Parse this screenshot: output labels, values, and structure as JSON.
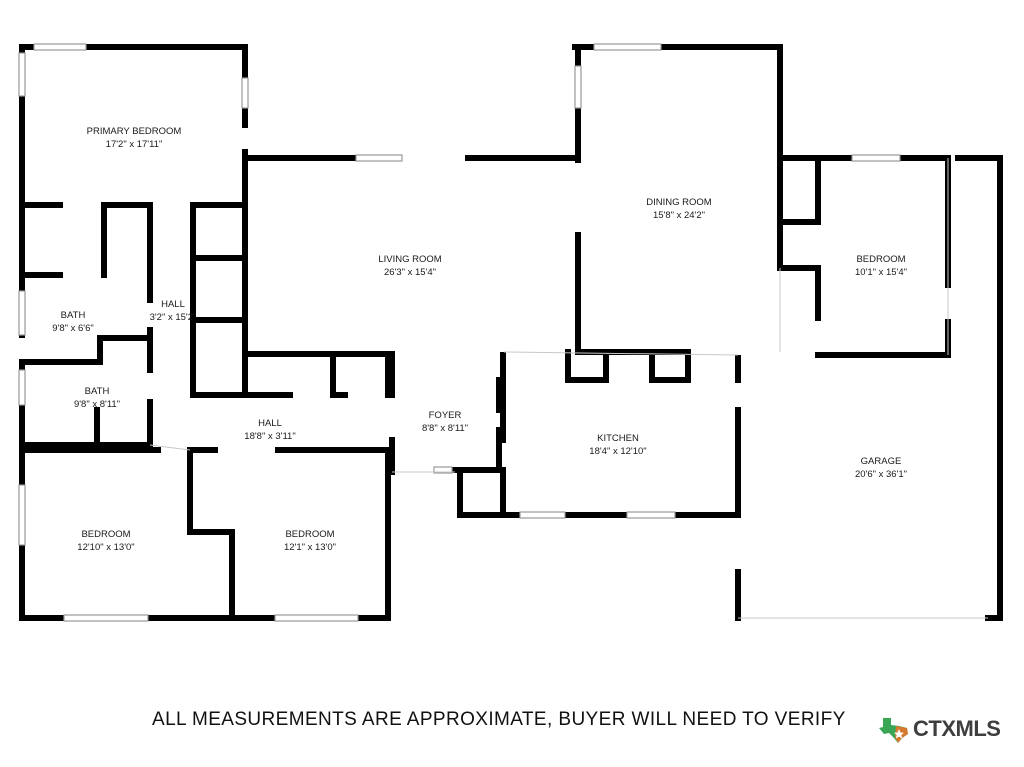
{
  "rooms": {
    "primary_bedroom": {
      "name": "PRIMARY BEDROOM",
      "dim": "17'2\" x 17'11\""
    },
    "living_room": {
      "name": "LIVING ROOM",
      "dim": "26'3\" x 15'4\""
    },
    "dining_room": {
      "name": "DINING ROOM",
      "dim": "15'8\" x 24'2\""
    },
    "bedroom_east": {
      "name": "BEDROOM",
      "dim": "10'1\" x 15'4\""
    },
    "bath_1": {
      "name": "BATH",
      "dim": "9'8\" x 6'6\""
    },
    "hall_1": {
      "name": "HALL",
      "dim": "3'2\" x 15'2\""
    },
    "bath_2": {
      "name": "BATH",
      "dim": "9'8\" x 8'11\""
    },
    "hall_2": {
      "name": "HALL",
      "dim": "18'8\" x 3'11\""
    },
    "foyer": {
      "name": "FOYER",
      "dim": "8'8\" x 8'11\""
    },
    "kitchen": {
      "name": "KITCHEN",
      "dim": "18'4\" x 12'10\""
    },
    "garage": {
      "name": "GARAGE",
      "dim": "20'6\" x 36'1\""
    },
    "bedroom_sw": {
      "name": "BEDROOM",
      "dim": "12'10\" x 13'0\""
    },
    "bedroom_s": {
      "name": "BEDROOM",
      "dim": "12'1\" x 13'0\""
    }
  },
  "footer": {
    "disclaimer": "ALL MEASUREMENTS ARE APPROXIMATE, BUYER WILL NEED TO VERIFY",
    "logo_text": "CTXMLS"
  },
  "colors": {
    "wall": "#000000",
    "window": "#9a9a9a",
    "logo_green": "#3aa655",
    "logo_orange": "#e8732a",
    "logo_text": "#3e3e3e"
  },
  "icons": [
    "texas-map-icon"
  ]
}
